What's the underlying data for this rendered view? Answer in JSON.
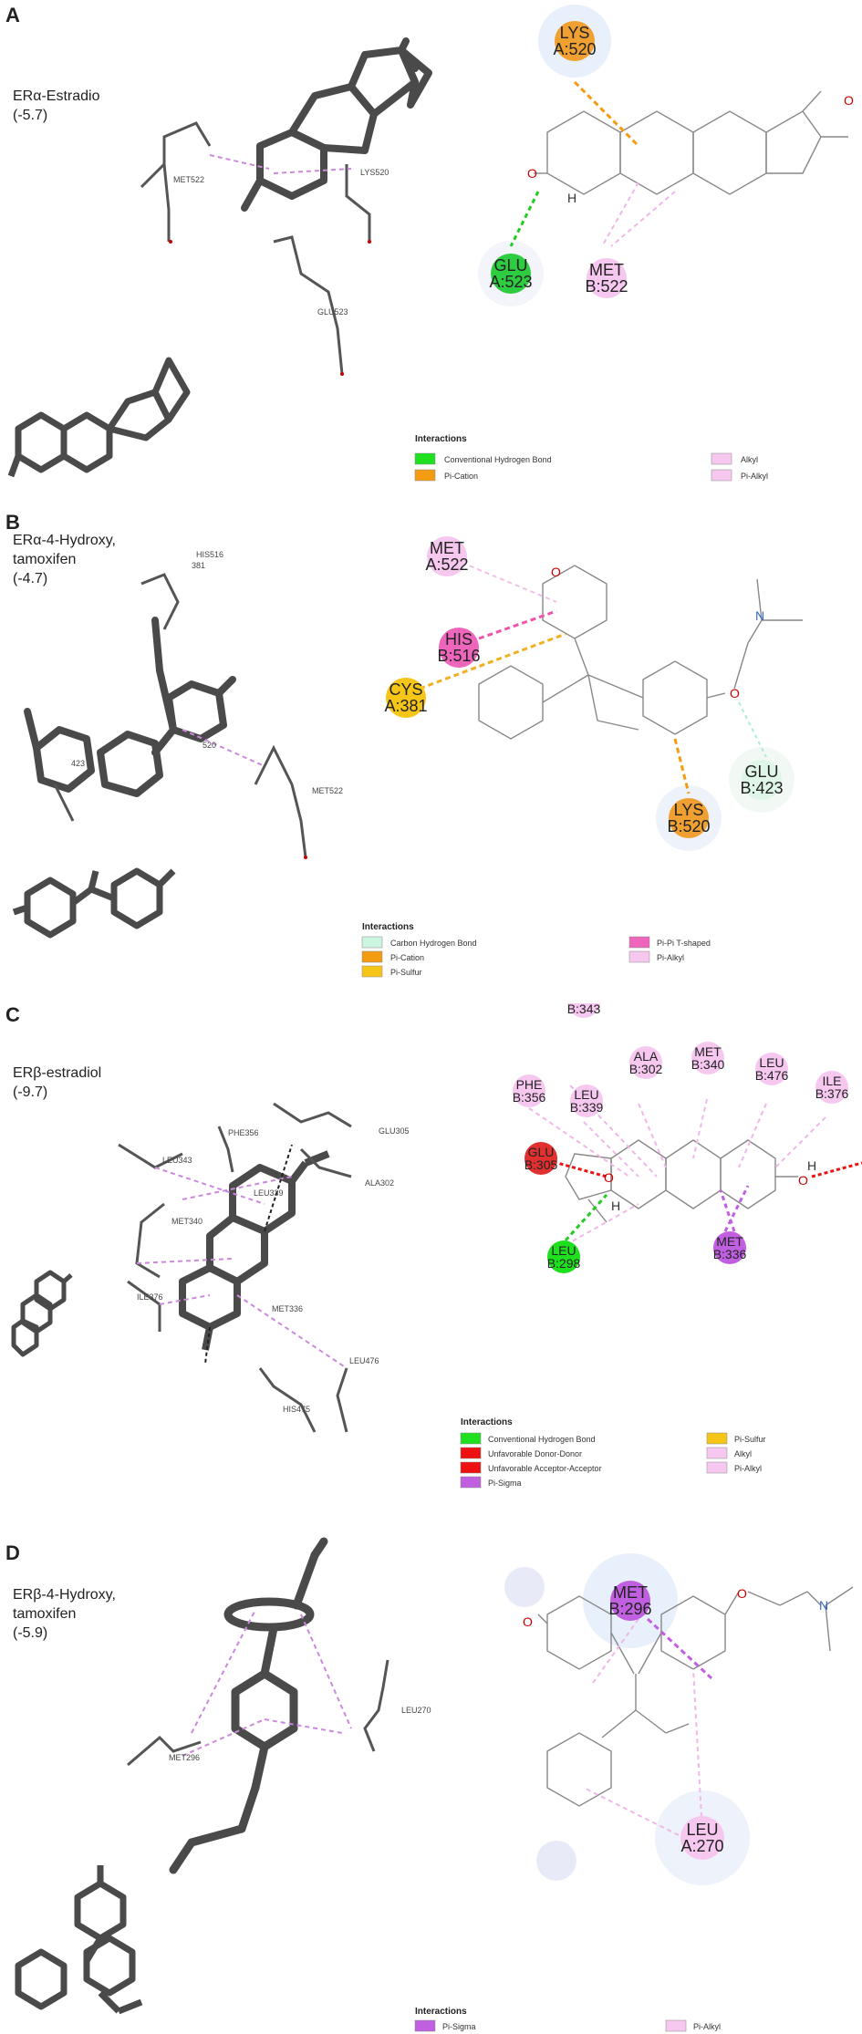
{
  "panels": [
    {
      "letter": "A",
      "ligand_lines": [
        "ERα-Estradio",
        "(-5.7)"
      ],
      "residue_labels_3d": [
        "MET522",
        "LYS520",
        "GLU523"
      ],
      "nodes": [
        {
          "line1": "LYS",
          "line2": "A:520",
          "color": "#f0a030"
        },
        {
          "line1": "GLU",
          "line2": "A:523",
          "color": "#2ecc40"
        },
        {
          "line1": "MET",
          "line2": "B:522",
          "color": "#f6c8f0"
        }
      ],
      "atom_labels": [
        "O",
        "H",
        "O"
      ],
      "legend": {
        "title": "Interactions",
        "items": [
          {
            "label": "Conventional Hydrogen Bond",
            "color": "#1fe01f"
          },
          {
            "label": "Pi-Cation",
            "color": "#f39c12"
          },
          {
            "label": "Alkyl",
            "color": "#f6c8f0"
          },
          {
            "label": "Pi-Alkyl",
            "color": "#f6c8f0"
          }
        ]
      }
    },
    {
      "letter": "B",
      "ligand_lines": [
        "ERα-4-Hydroxy,",
        "tamoxifen",
        "(-4.7)"
      ],
      "residue_labels_3d": [
        "HIS516",
        "381",
        "520",
        "MET522",
        "423"
      ],
      "nodes": [
        {
          "line1": "MET",
          "line2": "A:522",
          "color": "#f6c8f0"
        },
        {
          "line1": "HIS",
          "line2": "B:516",
          "color": "#ee66bb"
        },
        {
          "line1": "CYS",
          "line2": "A:381",
          "color": "#f5c518"
        },
        {
          "line1": "GLU",
          "line2": "B:423",
          "color": "#dff5e8"
        },
        {
          "line1": "LYS",
          "line2": "B:520",
          "color": "#f0a030"
        }
      ],
      "atom_labels": [
        "O",
        "O",
        "N"
      ],
      "legend": {
        "title": "Interactions",
        "items": [
          {
            "label": "Carbon Hydrogen Bond",
            "color": "#ccf5e0"
          },
          {
            "label": "Pi-Cation",
            "color": "#f39c12"
          },
          {
            "label": "Pi-Sulfur",
            "color": "#f5c518"
          },
          {
            "label": "Pi-Pi T-shaped",
            "color": "#ee66bb"
          },
          {
            "label": "Pi-Alkyl",
            "color": "#f6c8f0"
          }
        ]
      }
    },
    {
      "letter": "C",
      "ligand_lines": [
        "ERβ-estradiol",
        "(-9.7)"
      ],
      "residue_labels_3d": [
        "PHE356",
        "GLU305",
        "LEU343",
        "LEU339",
        "ALA302",
        "MET340",
        "MET336",
        "ILE376",
        "LEU476",
        "HIS475"
      ],
      "nodes": [
        {
          "line1": "B:343",
          "line2": "",
          "color": "#f6c8f0"
        },
        {
          "line1": "ALA",
          "line2": "B:302",
          "color": "#f6c8f0"
        },
        {
          "line1": "MET",
          "line2": "B:340",
          "color": "#f6c8f0"
        },
        {
          "line1": "LEU",
          "line2": "B:476",
          "color": "#f6c8f0"
        },
        {
          "line1": "ILE",
          "line2": "B:376",
          "color": "#f6c8f0"
        },
        {
          "line1": "PHE",
          "line2": "B:356",
          "color": "#f6c8f0"
        },
        {
          "line1": "LEU",
          "line2": "B:339",
          "color": "#f6c8f0"
        },
        {
          "line1": "GLU",
          "line2": "B:305",
          "color": "#e03030"
        },
        {
          "line1": "LEU",
          "line2": "B:298",
          "color": "#1fe01f"
        },
        {
          "line1": "MET",
          "line2": "B:336",
          "color": "#c060e0"
        }
      ],
      "atom_labels": [
        "O",
        "H",
        "H",
        "O"
      ],
      "legend": {
        "title": "Interactions",
        "items": [
          {
            "label": "Conventional Hydrogen Bond",
            "color": "#1fe01f"
          },
          {
            "label": "Unfavorable Donor-Donor",
            "color": "#ee1111"
          },
          {
            "label": "Unfavorable Acceptor-Acceptor",
            "color": "#ee1111"
          },
          {
            "label": "Pi-Sigma",
            "color": "#c060e0"
          },
          {
            "label": "Pi-Sulfur",
            "color": "#f5c518"
          },
          {
            "label": "Alkyl",
            "color": "#f6c8f0"
          },
          {
            "label": "Pi-Alkyl",
            "color": "#f6c8f0"
          }
        ]
      }
    },
    {
      "letter": "D",
      "ligand_lines": [
        "ERβ-4-Hydroxy,",
        "tamoxifen",
        "(-5.9)"
      ],
      "residue_labels_3d": [
        "MET296",
        "LEU270"
      ],
      "nodes": [
        {
          "line1": "MET",
          "line2": "B:296",
          "color": "#c060e0"
        },
        {
          "line1": "LEU",
          "line2": "A:270",
          "color": "#f6c8f0"
        }
      ],
      "atom_labels": [
        "O",
        "O",
        "N"
      ],
      "legend": {
        "title": "Interactions",
        "items": [
          {
            "label": "Pi-Sigma",
            "color": "#c060e0"
          },
          {
            "label": "Pi-Alkyl",
            "color": "#f6c8f0"
          }
        ]
      }
    }
  ]
}
